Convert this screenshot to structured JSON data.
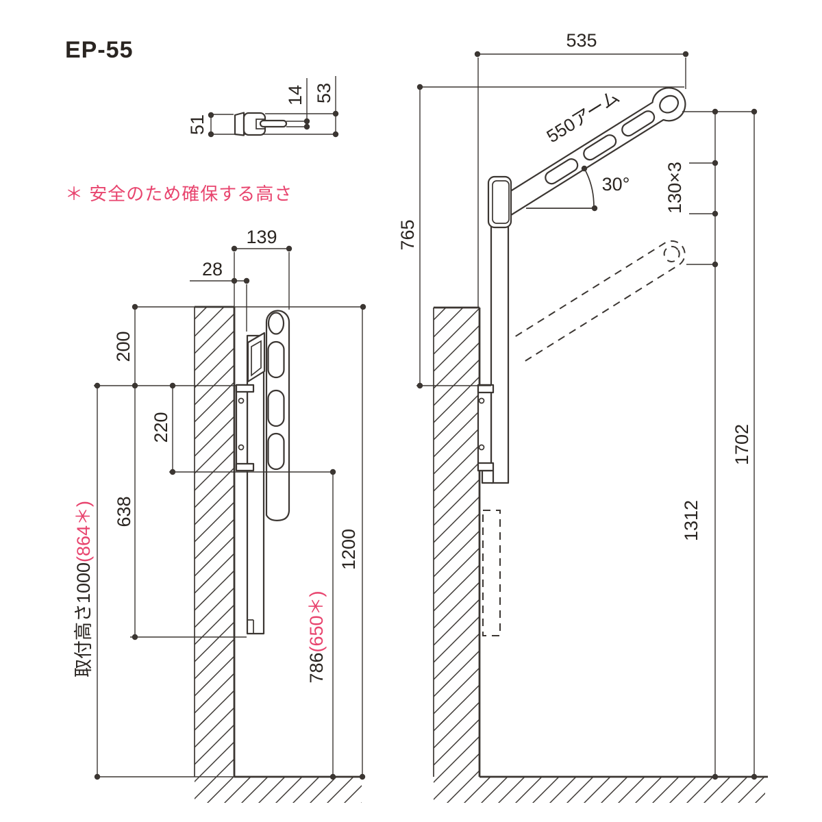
{
  "title": "EP-55",
  "safety_note": "＊ 安全のため確保する高さ",
  "colors": {
    "line": "#3b3632",
    "text": "#2a2521",
    "accent_pink": "#e8446e",
    "background": "#ffffff"
  },
  "top_view": {
    "dim_depth": "51",
    "dim_arm_thickness": "14",
    "dim_height": "53"
  },
  "front_view": {
    "dim_overall_depth": "139",
    "dim_base_depth": "28",
    "dim_top_offset": "200",
    "dim_bracket_pitch": "220",
    "dim_arm_length": "638",
    "mount_height": "取付高さ1000",
    "mount_height_alt": "(864＊)",
    "dim_tip_height": "786",
    "dim_tip_height_alt": "(650＊)",
    "dim_wall_top_height": "1200"
  },
  "side_view": {
    "dim_reach": "535",
    "arm_label": "550アーム",
    "angle_label": "30°",
    "dim_top_drop": "765",
    "dim_hole_pitch": "130×3",
    "dim_low_tip_height": "1312",
    "dim_high_tip_height": "1702"
  }
}
